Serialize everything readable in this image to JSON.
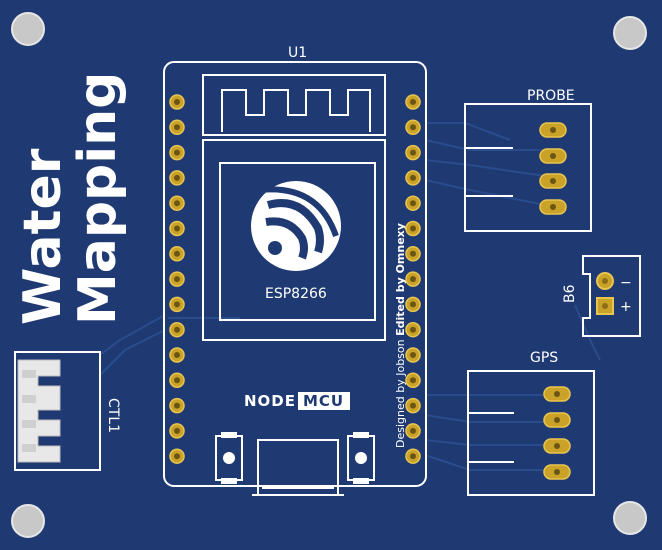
{
  "board": {
    "colors": {
      "solder_mask": "#1f3a73",
      "trace": "#2a4b8c",
      "silkscreen": "#ffffff",
      "pad_gold": "#c9a227",
      "hole_gray": "#c8c8c8"
    },
    "logo": {
      "line1": "Water",
      "line2": "Mapping"
    },
    "module": {
      "designator": "U1",
      "chip_label": "ESP8266",
      "brand_text": "NODE",
      "brand_box_text": "MCU",
      "credit_plain_1": "Designed by Jobson ",
      "credit_bold": "Edited by Omnexy",
      "logo_icon": "espressif-wifi-logo-icon"
    },
    "connectors": {
      "probe": "PROBE",
      "gps": "GPS",
      "battery": "B6",
      "battery_minus": "−",
      "battery_plus": "+",
      "control": "CTL1"
    }
  }
}
